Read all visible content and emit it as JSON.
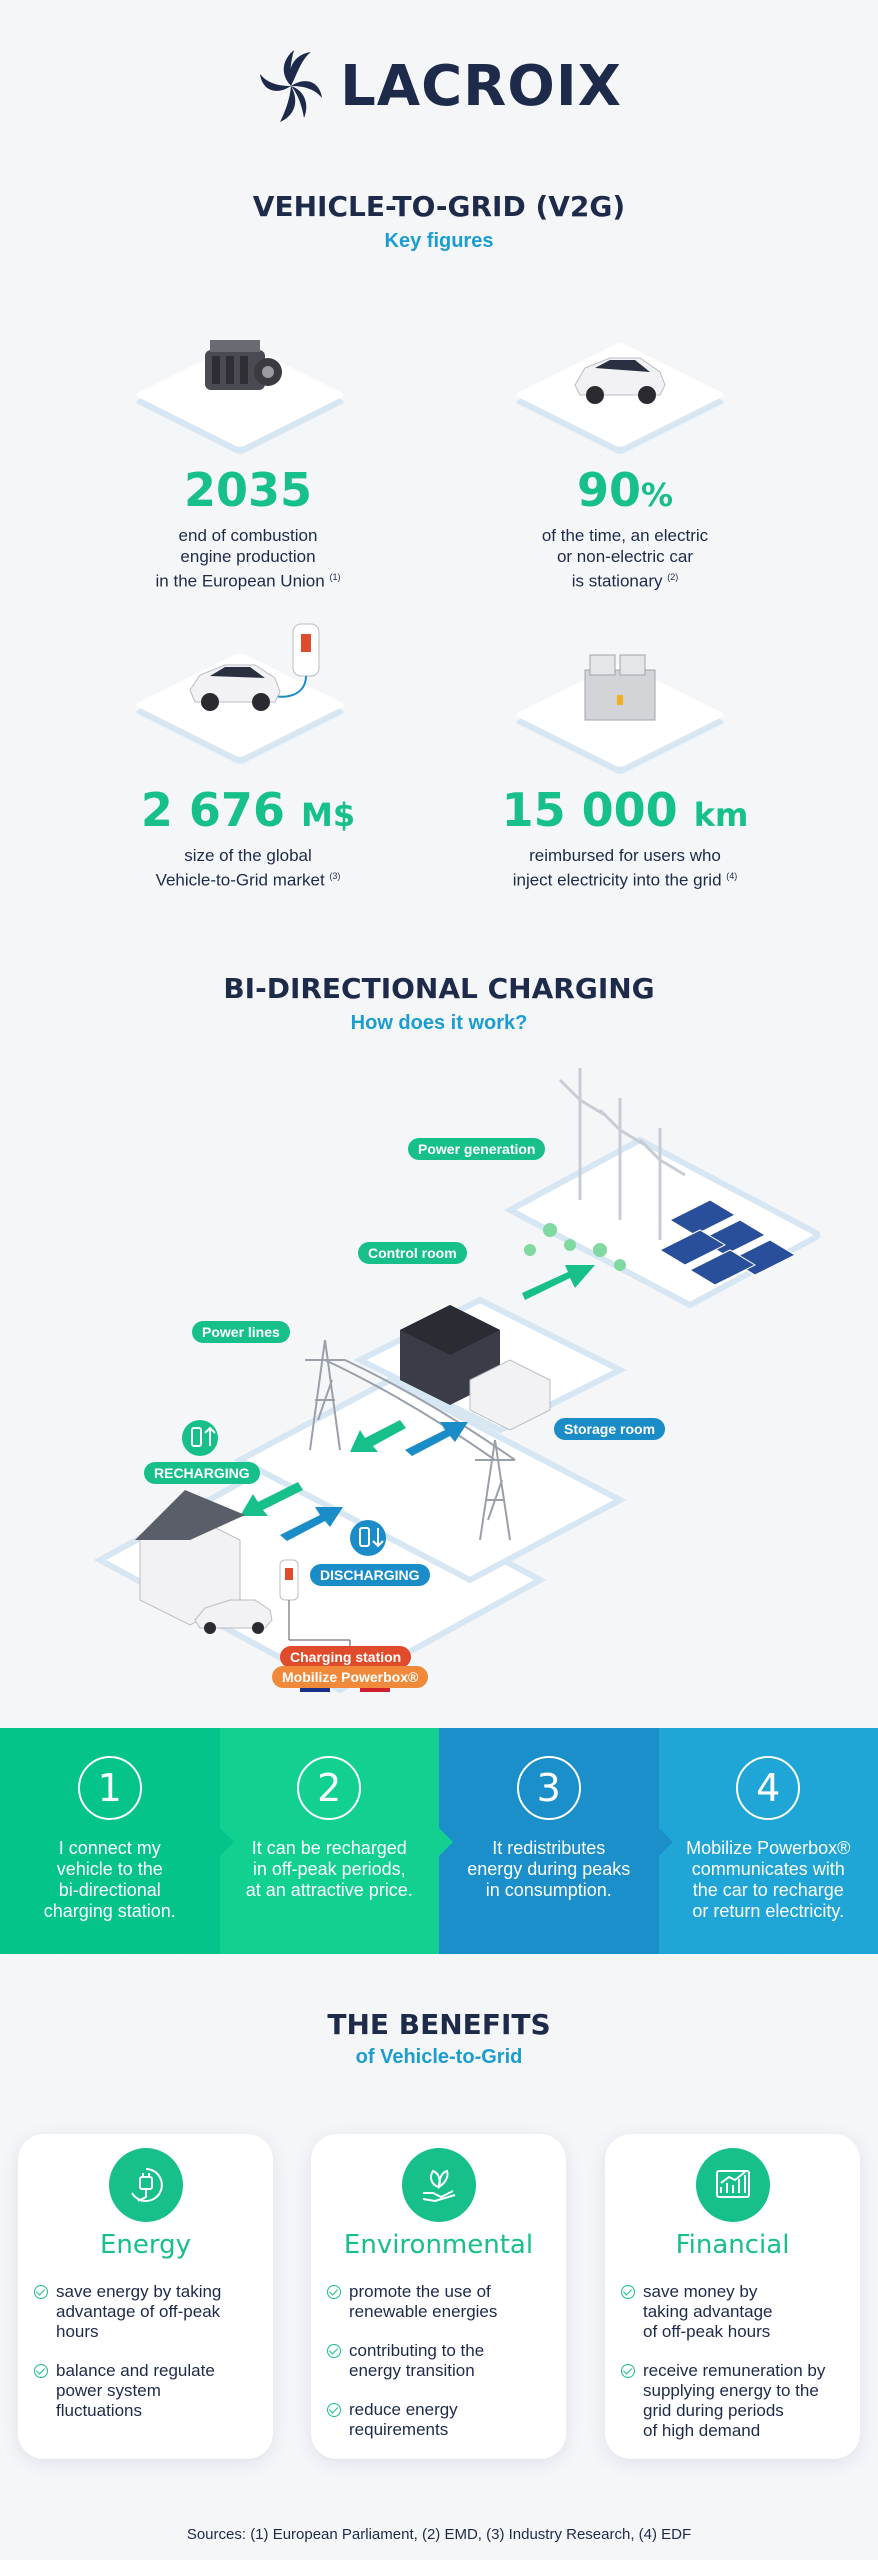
{
  "brand": {
    "name": "LACROIX"
  },
  "header": {
    "title": "VEHICLE-TO-GRID (V2G)",
    "subtitle": "Key figures"
  },
  "key_figures": [
    {
      "value": "2035",
      "unit": "",
      "text": "end of combustion\nengine production\nin the European Union",
      "ref": "(1)",
      "icon": "engine-icon"
    },
    {
      "value": "90",
      "unit": "%",
      "text": "of the time, an electric\nor non-electric car\nis stationary",
      "ref": "(2)",
      "icon": "parked-car-icon"
    },
    {
      "value": "2 676",
      "unit": "M$",
      "text": "size of the global\nVehicle-to-Grid market",
      "ref": "(3)",
      "icon": "charging-car-icon"
    },
    {
      "value": "15 000",
      "unit": "km",
      "text": "reimbursed for users who\ninject electricity into the grid",
      "ref": "(4)",
      "icon": "battery-storage-icon"
    }
  ],
  "charging": {
    "title": "BI-DIRECTIONAL CHARGING",
    "subtitle": "How does it work?",
    "labels": {
      "power_generation": "Power generation",
      "control_room": "Control room",
      "power_lines": "Power lines",
      "storage_room": "Storage room",
      "recharging": "RECHARGING",
      "discharging": "DISCHARGING",
      "charging_station": "Charging station",
      "powerbox": "Mobilize Powerbox®"
    }
  },
  "steps": [
    {
      "number": "1",
      "text": "I connect my\nvehicle to the\nbi-directional\ncharging station.",
      "color": "#05c48a"
    },
    {
      "number": "2",
      "text": "It can be recharged\nin off-peak periods,\nat an attractive price.",
      "color": "#12d090"
    },
    {
      "number": "3",
      "text": "It redistributes\nenergy during peaks\nin consumption.",
      "color": "#1a8fc9"
    },
    {
      "number": "4",
      "text": "Mobilize Powerbox®\ncommunicates with\nthe car to recharge\nor return electricity.",
      "color": "#1fa6d6"
    }
  ],
  "benefits": {
    "title": "THE BENEFITS",
    "subtitle": "of Vehicle-to-Grid",
    "cards": [
      {
        "title": "Energy",
        "icon": "energy-plug-icon",
        "items": [
          "save energy by taking\nadvantage of off-peak\nhours",
          "balance and regulate\npower system\nfluctuations"
        ]
      },
      {
        "title": "Environmental",
        "icon": "leaf-hand-icon",
        "items": [
          "promote the use of\nrenewable energies",
          "contributing to the\nenergy transition",
          "reduce energy\nrequirements"
        ]
      },
      {
        "title": "Financial",
        "icon": "finance-chart-icon",
        "items": [
          "save money by\ntaking advantage\nof off-peak hours",
          "receive remuneration by\nsupplying energy to the\ngrid during periods\nof high demand"
        ]
      }
    ]
  },
  "sources": "Sources: (1) European Parliament, (2) EMD, (3) Industry Research, (4) EDF",
  "colors": {
    "navy": "#1e2a4a",
    "green": "#17c08a",
    "blue": "#1a9dd1"
  }
}
